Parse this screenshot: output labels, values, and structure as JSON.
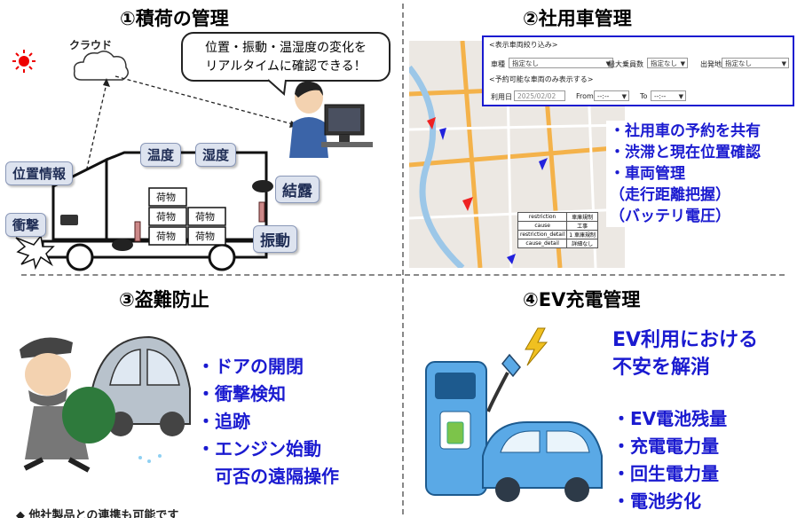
{
  "section1": {
    "title": "①積荷の管理",
    "cloud_label": "クラウド",
    "bubble_line1": "位置・振動・温湿度の変化を",
    "bubble_line2": "リアルタイムに確認できる！",
    "tags": {
      "temperature": "温度",
      "humidity": "湿度",
      "location": "位置情報",
      "impact": "衝撃",
      "condensation": "結露",
      "vibration": "振動"
    },
    "box_label": "荷物"
  },
  "section2": {
    "title": "②社用車管理",
    "filter": {
      "header": "<表示車両絞り込み>",
      "vehicle_type_label": "車種",
      "vehicle_type_value": "指定なし",
      "max_passengers_label": "最大乗員数",
      "max_passengers_value": "指定なし",
      "departure_label": "出発地",
      "departure_value": "指定なし",
      "reservable_header": "<予約可能な車両のみ表示する>",
      "date_label": "利用日",
      "date_value": "2025/02/02",
      "from_label": "From",
      "from_value": "--:--",
      "to_label": "To",
      "to_value": "--:--"
    },
    "info_table": [
      [
        "restriction",
        "車庫規制"
      ],
      [
        "cause",
        "工事"
      ],
      [
        "restriction_detail",
        "1 車庫規制"
      ],
      [
        "cause_detail",
        "詳細なし"
      ]
    ],
    "features": [
      "・社用車の予約を共有",
      "・渋滞と現在位置確認",
      "・車両管理",
      "（走行距離把握）",
      "（バッテリ電圧）"
    ]
  },
  "section3": {
    "title": "③盗難防止",
    "features": [
      "・ドアの開閉",
      "・衝撃検知",
      "・追跡",
      "・エンジン始動",
      "　可否の遠隔操作"
    ]
  },
  "section4": {
    "title": "④EV充電管理",
    "headline_line1": "EV利用における",
    "headline_line2": "不安を解消",
    "features": [
      "・EV電池残量",
      "・充電電力量",
      "・回生電力量",
      "・電池劣化"
    ]
  },
  "footer_fragment": "◆ 他社製品との連携も可能です",
  "colors": {
    "accent_blue": "#1a1ad0",
    "tag_fill": "#dde3ef",
    "ev_blue": "#5aa9e6"
  }
}
